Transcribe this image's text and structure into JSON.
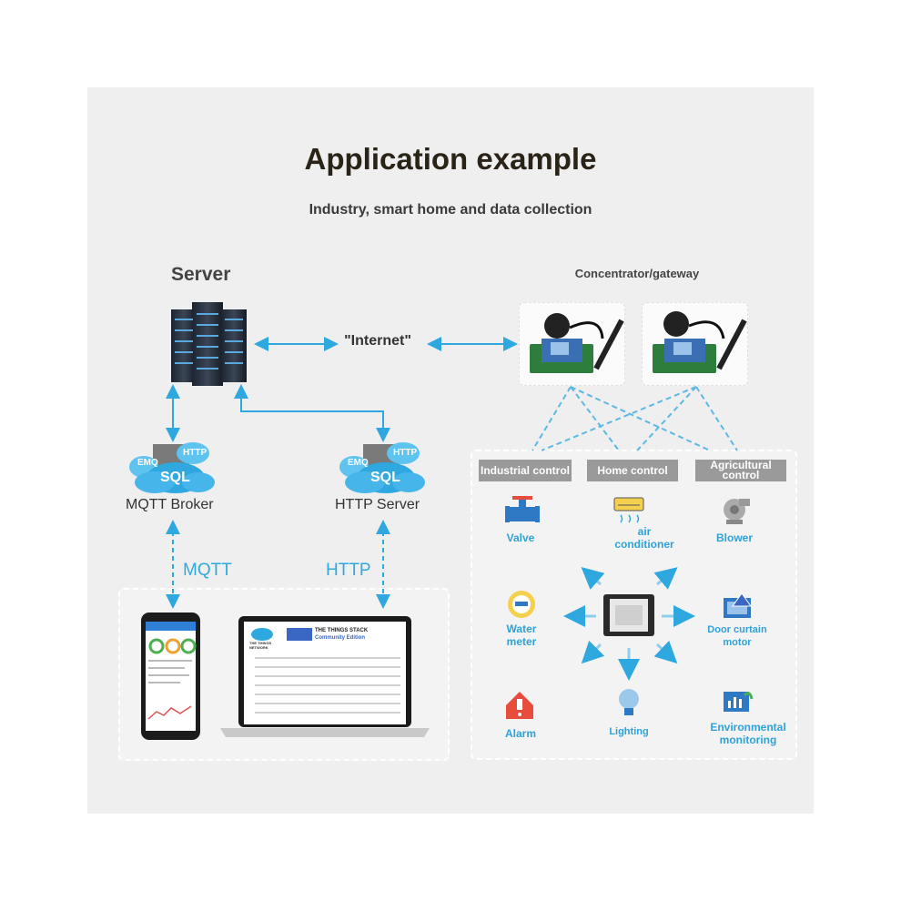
{
  "title": "Application example",
  "subtitle": "Industry, smart home and data collection",
  "server": {
    "label": "Server"
  },
  "gateway": {
    "label": "Concentrator/gateway"
  },
  "internet": {
    "label": "\"Internet\""
  },
  "services": [
    {
      "label": "MQTT Broker",
      "badges": [
        "EMQ",
        "HTTP",
        "SQL"
      ]
    },
    {
      "label": "HTTP Server",
      "badges": [
        "EMQ",
        "HTTP",
        "SQL"
      ]
    }
  ],
  "protocols": {
    "mqtt": "MQTT",
    "http": "HTTP"
  },
  "laptop": {
    "brand_top": "THE THINGS",
    "brand_bottom": "NETWORK",
    "stack_title": "THE THINGS STACK",
    "stack_sub": "Community Edition"
  },
  "categories": [
    "Industrial control",
    "Home control",
    "Agricultural control"
  ],
  "devices": [
    {
      "label": "Valve",
      "icon": "valve-icon"
    },
    {
      "label": "air conditioner",
      "icon": "air-conditioner-icon"
    },
    {
      "label": "Blower",
      "icon": "blower-icon"
    },
    {
      "label": "Water meter",
      "icon": "water-meter-icon"
    },
    {
      "label": "Door curtain motor",
      "icon": "door-curtain-motor-icon"
    },
    {
      "label": "Alarm",
      "icon": "alarm-icon"
    },
    {
      "label": "Lighting",
      "icon": "lighting-icon"
    },
    {
      "label": "Environmental monitoring",
      "icon": "environmental-monitoring-icon"
    }
  ],
  "colors": {
    "accent": "#2fa8df",
    "title": "#2a2318",
    "panel": "#efefef"
  }
}
